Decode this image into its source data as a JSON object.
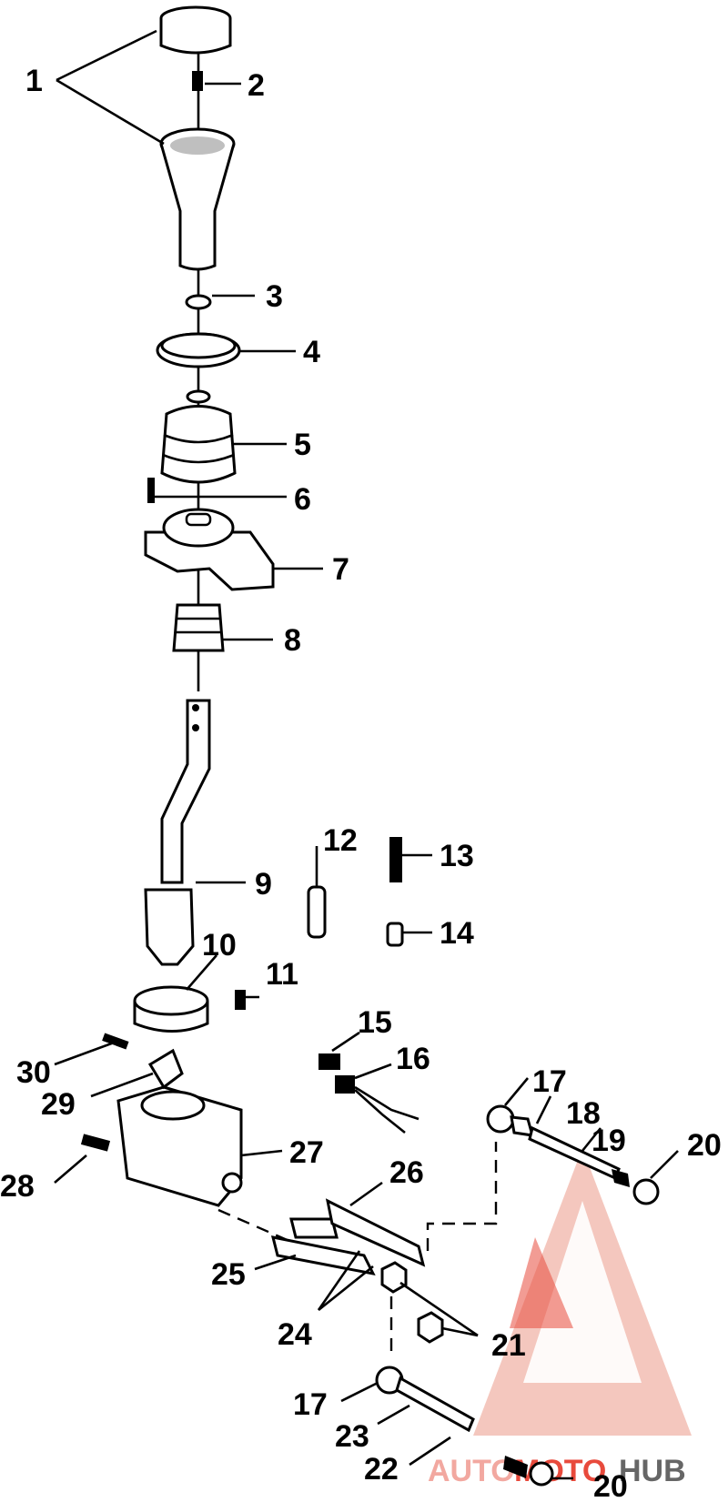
{
  "callouts": [
    "1",
    "2",
    "3",
    "4",
    "5",
    "6",
    "7",
    "8",
    "9",
    "10",
    "11",
    "12",
    "13",
    "14",
    "15",
    "16",
    "17",
    "18",
    "19",
    "20",
    "21",
    "22",
    "23",
    "24",
    "25",
    "26",
    "27",
    "28",
    "29",
    "30",
    "17",
    "20"
  ],
  "watermark": {
    "text_auto": "AUTO",
    "text_moto": "MOTO",
    "text_hub": "HUB",
    "color_primary": "#e84a3c",
    "color_secondary": "#f0b4a8",
    "color_hub": "#555555"
  }
}
